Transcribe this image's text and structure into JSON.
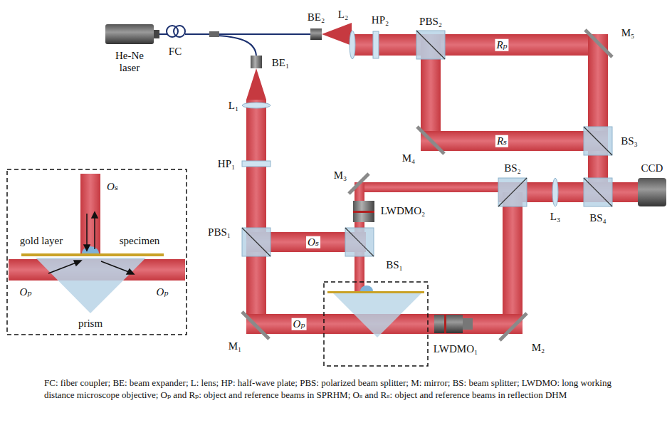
{
  "diagram": {
    "caption": "FC: fiber coupler; BE: beam expander; L: lens; HP: half-wave plate; PBS: polarized beam splitter; M: mirror; BS: beam splitter; LWDMO: long working distance microscope objective; Oₚ and Rₚ: object and reference beams in SPRHM; Oₛ and Rₛ: object and reference beams in reflection DHM",
    "labels": [
      "He-Ne laser",
      "FC",
      "BE₂",
      "BE₁",
      "L₂",
      "HP₂",
      "PBS₂",
      "Rₚ",
      "M₅",
      "M₄",
      "Rₛ",
      "BS₃",
      "M₃",
      "BS₂",
      "L₃",
      "BS₄",
      "CCD",
      "LWDMO₂",
      "BS₁",
      "L₁",
      "HP₁",
      "PBS₁",
      "Oₛ",
      "M₁",
      "Oₚ",
      "LWDMO₁",
      "M₂",
      "Oₛ",
      "gold layer",
      "specimen",
      "Oₚ",
      "Oₚ",
      "prism"
    ]
  }
}
